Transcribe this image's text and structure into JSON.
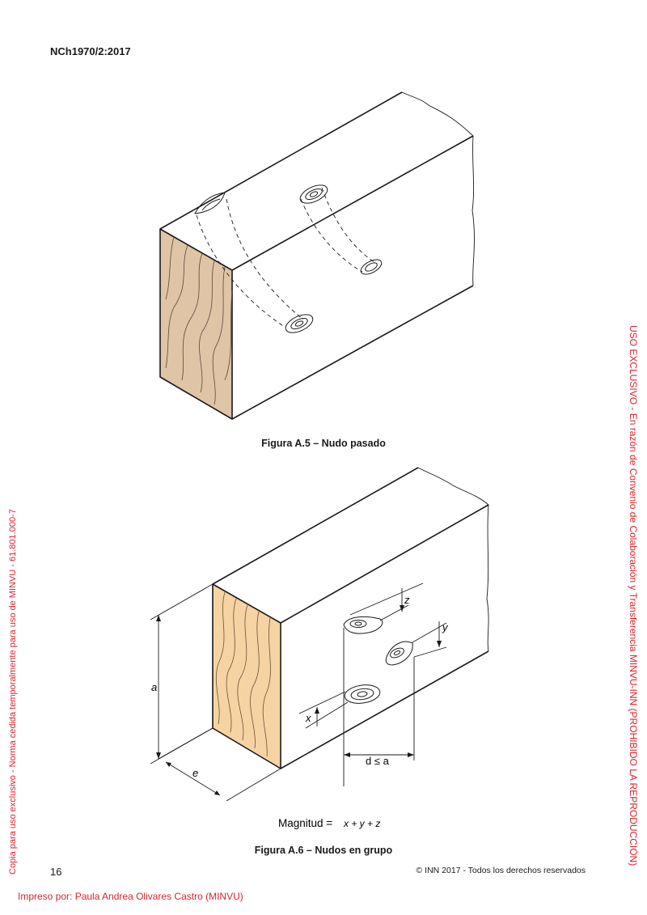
{
  "header": {
    "doc_code": "NCh1970/2:2017"
  },
  "figure_a5": {
    "caption": "Figura A.5 – Nudo pasado"
  },
  "figure_a6": {
    "caption": "Figura A.6 – Nudos en grupo",
    "labels": {
      "a": "a",
      "e": "e",
      "x": "x",
      "y": "y",
      "z": "z",
      "d": "d ≤ a"
    },
    "formula": {
      "prefix": "Magnitud = ",
      "expr": "x + y + z"
    }
  },
  "footer": {
    "page_number": "16",
    "copyright": "© INN 2017 - Todos los derechos reservados",
    "printed_by": "Impreso por: Paula Andrea Olivares Castro (MINVU)"
  },
  "watermarks": {
    "right": "USO EXCLUSIVO - En razón de Convenio de Colaboración y Transferencia MINVU-INN (PROHIBIDO LA REPRODUCCIÓN)",
    "left": "Copia para uso exclusivo - Norma cedida temporalmente para uso de MINVU - 61.801.000-7"
  },
  "colors": {
    "watermark": "#d9242b",
    "end_grain_a5": "#dfc4a6",
    "end_grain_a6": "#f6d3a3"
  }
}
